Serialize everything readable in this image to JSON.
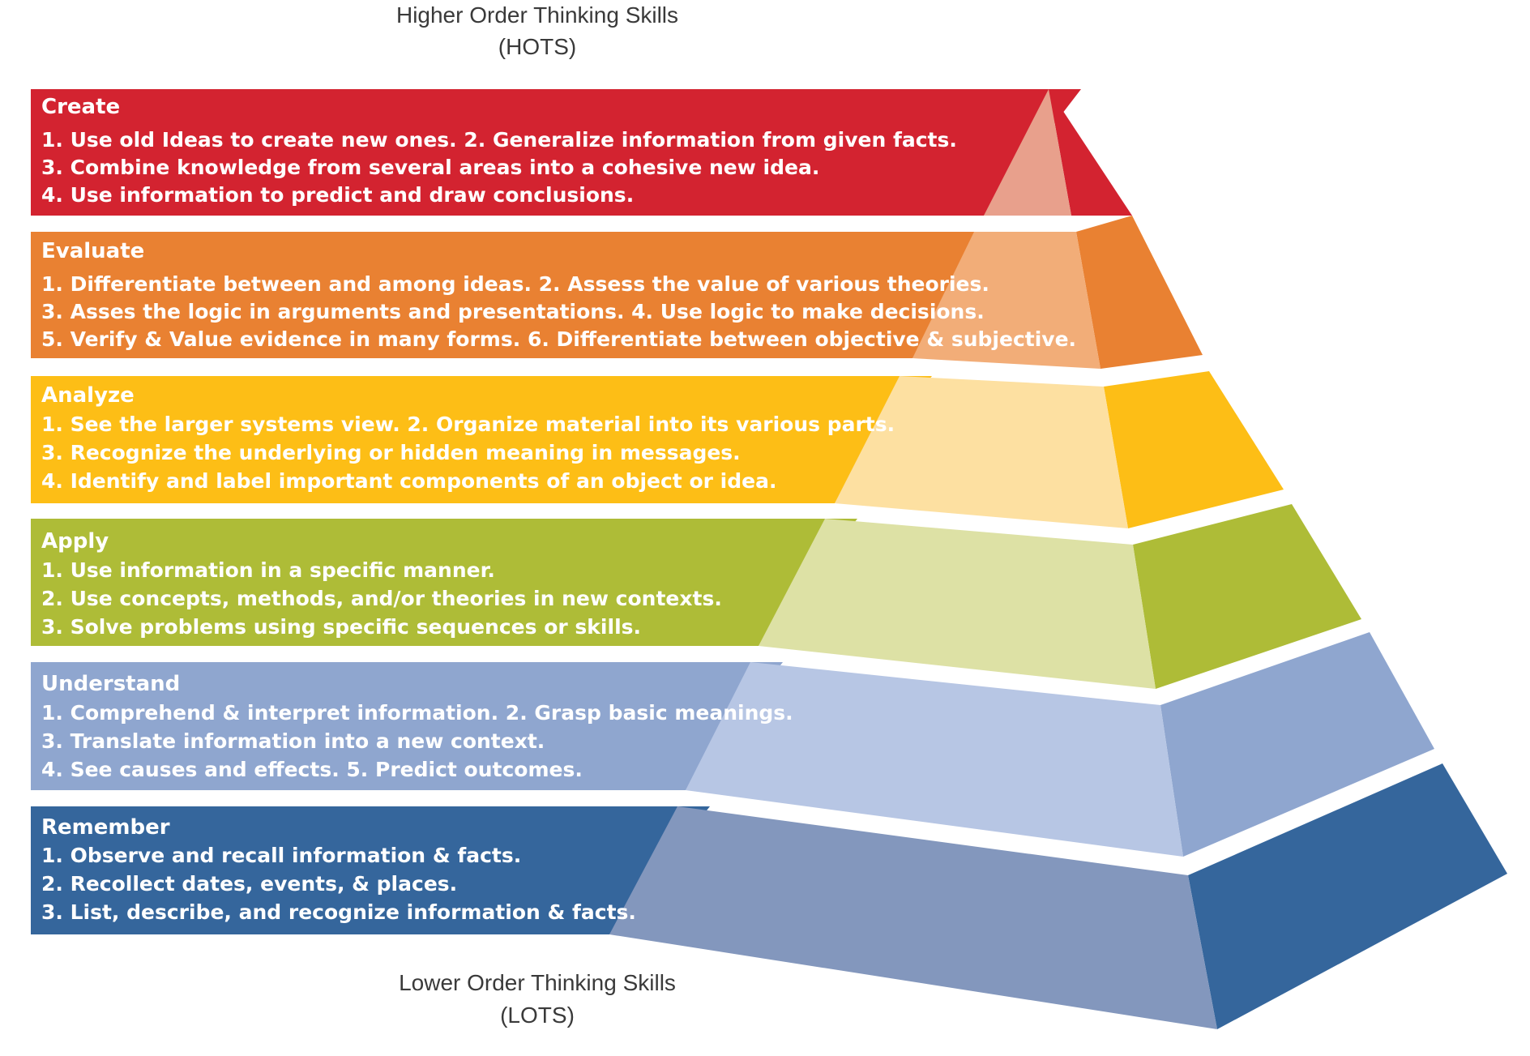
{
  "top_caption": [
    "Higher Order Thinking Skills",
    "(HOTS)"
  ],
  "bottom_caption": [
    "Lower Order Thinking Skills",
    "(LOTS)"
  ],
  "levels": [
    {
      "title": "Create",
      "color": "#d32330",
      "light": "#e8a08c",
      "lines": [
        "1. Use old Ideas to create new ones. 2. Generalize information from given facts.",
        "3. Combine knowledge from several areas into a cohesive new idea.",
        "4. Use information to predict and draw conclusions."
      ]
    },
    {
      "title": "Evaluate",
      "color": "#e98132",
      "light": "#f2ad78",
      "lines": [
        "1. Differentiate between and among ideas. 2. Assess the value of various theories.",
        "3. Asses the logic in arguments and presentations. 4. Use logic to make decisions.",
        "5. Verify & Value evidence in many forms. 6. Differentiate between objective & subjective."
      ]
    },
    {
      "title": "Analyze",
      "color": "#fdbe16",
      "light": "#fde0a1",
      "lines": [
        "1. See the larger systems view. 2. Organize material into its various parts.",
        "3. Recognize the underlying or hidden meaning in messages.",
        "4. Identify and label important components of an object or idea."
      ]
    },
    {
      "title": "Apply",
      "color": "#aebc37",
      "light": "#dde1a5",
      "lines": [
        "1. Use information in a specific manner.",
        "2. Use concepts, methods, and/or theories in new contexts.",
        "3. Solve problems using specific sequences or skills."
      ]
    },
    {
      "title": "Understand",
      "color": "#8fa6cf",
      "light": "#b7c6e4",
      "lines": [
        "1. Comprehend & interpret information. 2. Grasp basic meanings.",
        "3. Translate information into a new context.",
        "4. See causes and effects. 5. Predict outcomes."
      ]
    },
    {
      "title": "Remember",
      "color": "#35669c",
      "light": "#8397bd",
      "lines": [
        "1. Observe and recall information & facts.",
        "2. Recollect dates, events, & places.",
        "3. List, describe, and recognize information & facts."
      ]
    }
  ]
}
